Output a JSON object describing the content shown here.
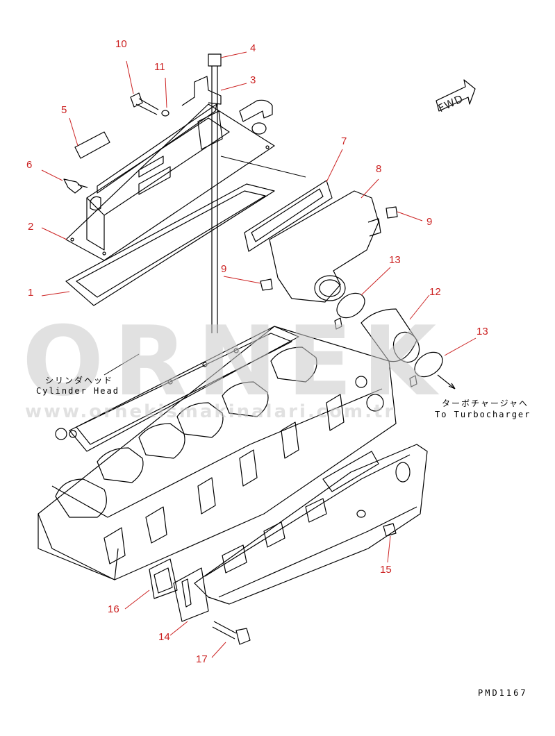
{
  "watermark": {
    "brand": "ORNEK",
    "url": "www.ornekismakinalari.com.tr"
  },
  "labels": [
    {
      "id": "1",
      "text": "1"
    },
    {
      "id": "2",
      "text": "2"
    },
    {
      "id": "3",
      "text": "3"
    },
    {
      "id": "4",
      "text": "4"
    },
    {
      "id": "5",
      "text": "5"
    },
    {
      "id": "6",
      "text": "6"
    },
    {
      "id": "7",
      "text": "7"
    },
    {
      "id": "8",
      "text": "8"
    },
    {
      "id": "9a",
      "text": "9"
    },
    {
      "id": "9b",
      "text": "9"
    },
    {
      "id": "10",
      "text": "10"
    },
    {
      "id": "11",
      "text": "11"
    },
    {
      "id": "12",
      "text": "12"
    },
    {
      "id": "13a",
      "text": "13"
    },
    {
      "id": "13b",
      "text": "13"
    },
    {
      "id": "14",
      "text": "14"
    },
    {
      "id": "15",
      "text": "15"
    },
    {
      "id": "16",
      "text": "16"
    },
    {
      "id": "17",
      "text": "17"
    }
  ],
  "annotations": {
    "cylinder_head_jp": "シリンダヘッド",
    "cylinder_head_en": "Cylinder Head",
    "turbo_jp": "ターボチャージャへ",
    "turbo_en": "To Turbocharger",
    "fwd": "FWD"
  },
  "drawing_code": "PMD1167"
}
